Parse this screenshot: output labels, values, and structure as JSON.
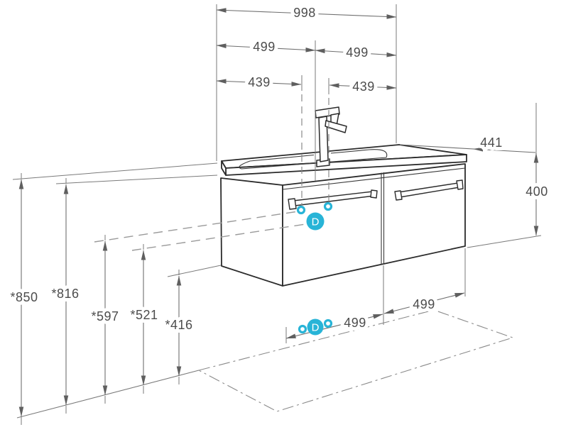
{
  "colors": {
    "accent_teal": "#28b4d7",
    "dimension_line": "#6f6f6f",
    "object_line": "#2b2b2b",
    "text": "#4c4c4c"
  },
  "dimensions": {
    "top": {
      "total_width": "998",
      "left_half": "499",
      "right_half": "499",
      "left_offset": "439",
      "right_offset": "439"
    },
    "right": {
      "depth": "441",
      "cabinet_height": "400"
    },
    "left_heights": {
      "overall": "*850",
      "under_top": "*816",
      "handle": "*597",
      "drain": "*521",
      "cabinet_bottom": "*416"
    },
    "floor": {
      "left_half": "499",
      "right_half": "499"
    }
  },
  "markers": {
    "front_drain_label": "D",
    "floor_drain_label": "D"
  }
}
